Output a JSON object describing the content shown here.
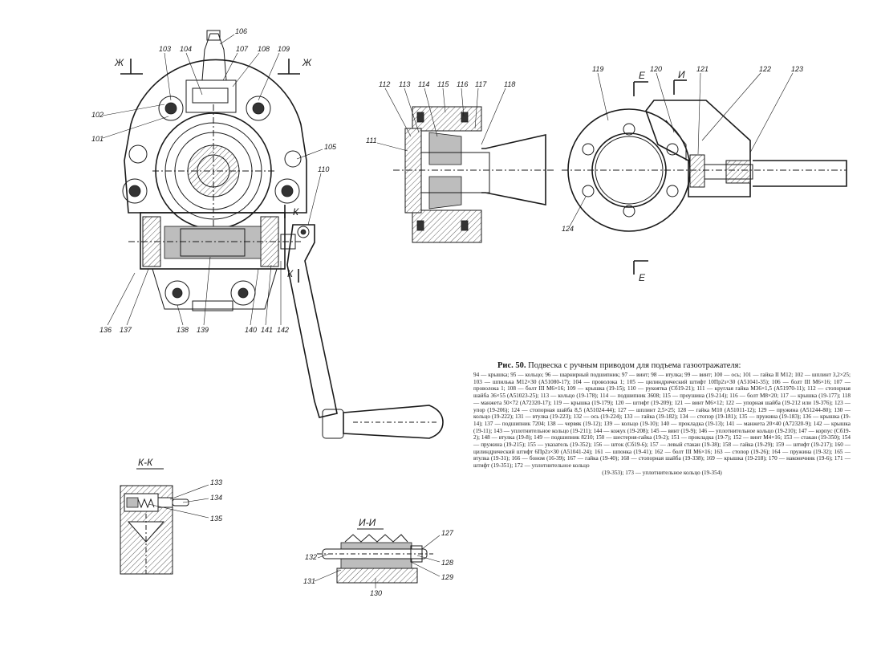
{
  "figure": {
    "number_label": "Рис. 50.",
    "title": "Подвеска с ручным приводом для подъема газоотражателя:",
    "legend_text": "94 — крышка; 95 — кольцо; 96 — шарнирный подшипник; 97 — винт; 98 — втулка; 99 — винт; 100 — ось; 101 — гайка II М12; 102 — шплинт 3,2×25; 103 — шпилька М12×30 (А51080-17); 104 — проволока 1; 105 — цилиндрический штифт 10Пр2з×30 (А51041-35); 106 — болт III М6×16; 107 — проволока 1; 108 — болт III М6×16; 109 — крышка (19-15); 110 — рукоятка (Сб19-21); 111 — круглая гайка М36×1,5 (А51970-11); 112 — стопорная шайба 36×55 (А51023-25); 113 — кольцо (19-178); 114 — подшипник 3608; 115 — проушина (19-214); 116 — болт М8×20; 117 — крышка (19-177); 118 — манжета 50×72 (А72320-17); 119 — крышка (19-179); 120 — штифт (19-209); 121 — винт М6×12; 122 — упорная шайба (19-212 или 19-376); 123 — упор (19-206); 124 — стопорная шайба 8,5 (А51024-44); 127 — шплинт 2,5×25; 128 — гайка М10 (А51011-12); 129 — пружина (А51244-80); 130 — кольцо (19-222); 131 — втулка (19-223); 132 — ось (19-224); 133 — гайка (19-182); 134 — стопор (19-181); 135 — пружина (19-183); 136 — крышка (19-14); 137 — подшипник 7204; 138 — червяк (19-12); 139 — кольцо (19-10); 140 — прокладка (19-13); 141 — манжета 20×40 (А72320-9); 142 — крышка (19-11); 143 — уплотнительное кольцо (19-211); 144 — кожух (19-208); 145 — винт (19-9); 146 — уплотнительное кольцо (19-210); 147 — корпус (Сб19-2); 148 — втулка (19-8); 149 — подшипник 8210; 150 — шестерня-гайка (19-2); 151 — прокладка (19-7); 152 — винт М4×16; 153 — стакан (19-350); 154 — пружина (19-215); 155 — указатель (19-352); 156 — шток (Сб19-6); 157 — левый стакан (19-38); 158 — гайка (19-29); 159 — штифт (19-217); 160 — цилиндрический штифт 6Пр2з×30 (А51041-24); 161 — шпонка (19-41); 162 — болт III М6×16; 163 — стопор (19-26); 164 — пружина (19-32); 165 — втулка (19-31); 166 — боном (16-39); 167 — гайка (19-40); 168 — стопорная шайба (19-338); 169 — крышка (19-218); 170 — наконечник (19-6); 171 — штифт (19-351); 172 — уплотнительное кольцо",
    "legend_tail": "(19-353); 173 — уплотнительное кольцо (19-354)"
  },
  "section_labels": {
    "zh_left": "Ж",
    "zh_right": "Ж",
    "k_left": "К",
    "k_right": "К",
    "e_top": "Е",
    "e_bottom": "Е",
    "i_top": "И",
    "kk_title": "К-К",
    "ii_title": "И-И"
  },
  "callouts": {
    "c101": "101",
    "c102": "102",
    "c103": "103",
    "c104": "104",
    "c105": "105",
    "c106": "106",
    "c107": "107",
    "c108": "108",
    "c109": "109",
    "c110": "110",
    "c111": "111",
    "c112": "112",
    "c113": "113",
    "c114": "114",
    "c115": "115",
    "c116": "116",
    "c117": "117",
    "c118": "118",
    "c119": "119",
    "c120": "120",
    "c121": "121",
    "c122": "122",
    "c123": "123",
    "c124": "124",
    "c127": "127",
    "c128": "128",
    "c129": "129",
    "c130": "130",
    "c131": "131",
    "c132": "132",
    "c133": "133",
    "c134": "134",
    "c135": "135",
    "c136": "136",
    "c137": "137",
    "c138": "138",
    "c139": "139",
    "c140": "140",
    "c141": "141",
    "c142": "142"
  }
}
